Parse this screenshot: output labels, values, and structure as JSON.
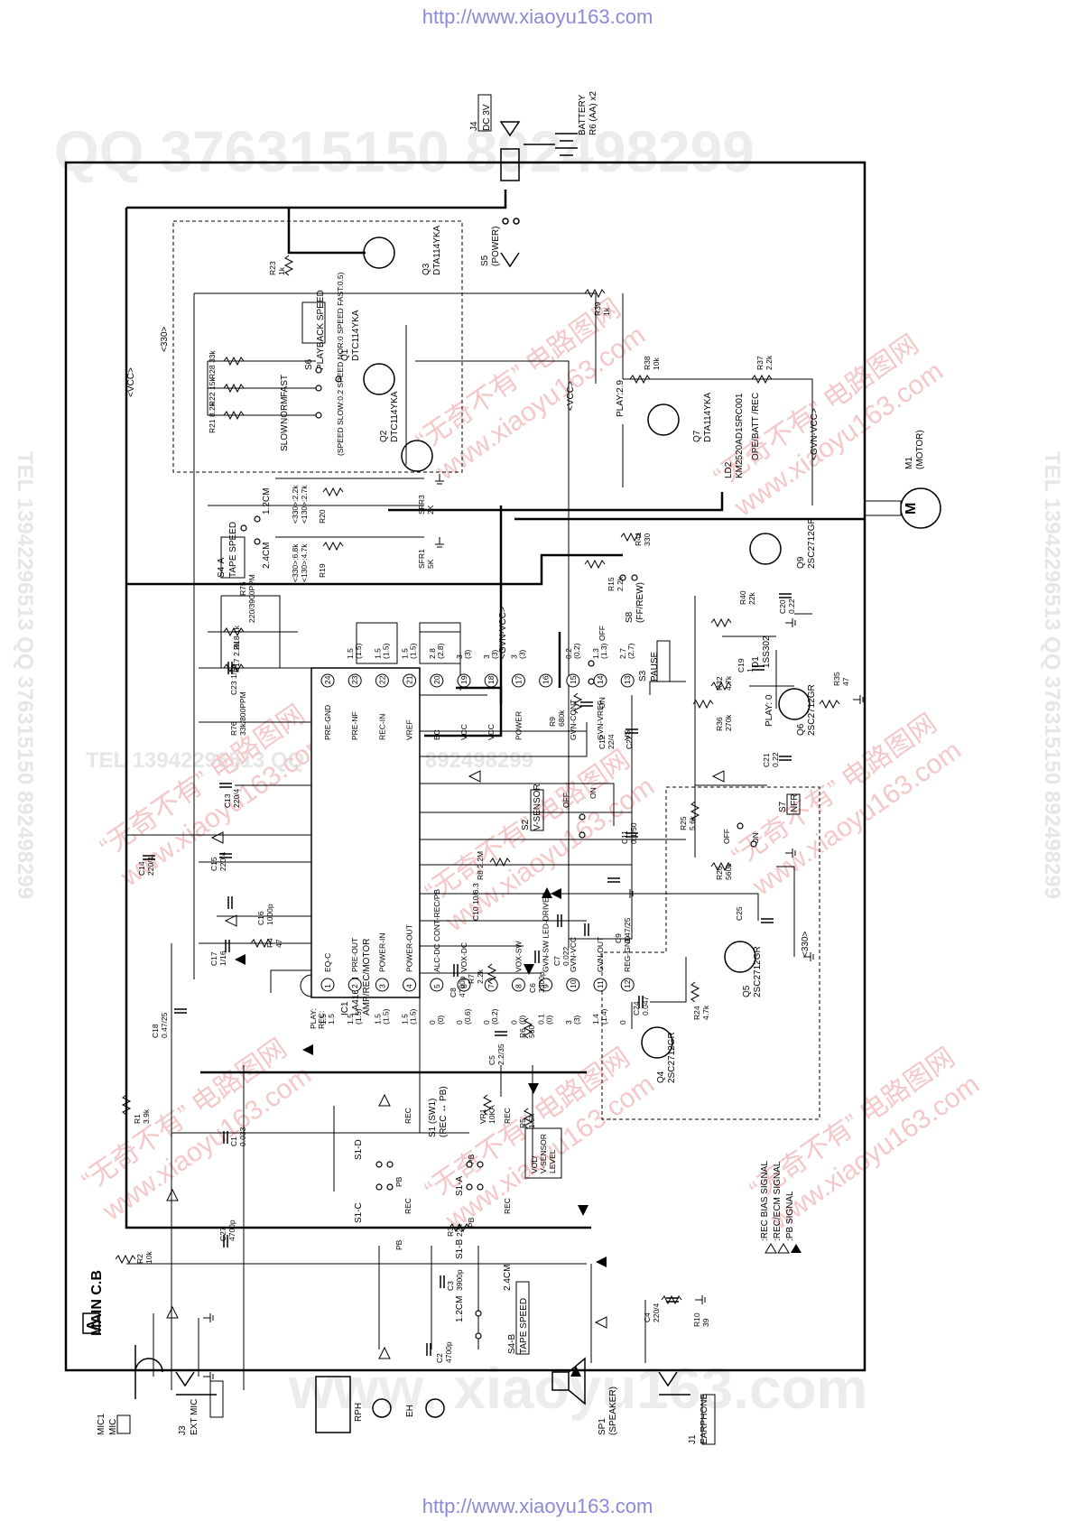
{
  "urls": {
    "top": "http://www.xiaoyu163.com",
    "bottom": "http://www.xiaoyu163.com"
  },
  "watermarks": {
    "qq_line": "QQ 376315150  892498299",
    "tel_line": "TEL 13942296513  QQ 376315150  892498299",
    "cn_text": "“无奇不有” 电路图网",
    "site": "www.xiaoyu163.com",
    "bottom_site": "www. xiaoyu163.com"
  },
  "board": {
    "badge": "A",
    "title": "MAIN C.B"
  },
  "legend": {
    "rec_bias": ":REC BIAS SIGNAL",
    "rec_ecm": ":REC/ECM SIGNAL",
    "pb": ":PB SIGNAL"
  },
  "ic": {
    "ref": "IC1",
    "part": "LA4165M",
    "func": "AMP/REC/MOTOR",
    "pins_top": [
      {
        "n": "1",
        "name": "EQ-C",
        "v": "1.5\n1.5"
      },
      {
        "n": "2",
        "name": "PRE-OUT",
        "v": "1.5\n(1.5)"
      },
      {
        "n": "3",
        "name": "POWER-IN",
        "v": "1.5\n(1.5)"
      },
      {
        "n": "4",
        "name": "POWER-OUT",
        "v": "1.5\n(1.5)"
      },
      {
        "n": "5",
        "name": "ALC-DC  CONT-REC/PB",
        "v": "0\n(0)"
      },
      {
        "n": "6",
        "name": "VOX-DC",
        "v": "0\n(0.6)"
      },
      {
        "n": "7",
        "name": "",
        "v": "0\n(0.2)"
      },
      {
        "n": "8",
        "name": "VOX-SW",
        "v": "0\n(0)"
      },
      {
        "n": "9",
        "name": "GVN-SW  LED-DRIVER",
        "v": "0.1\n(0)"
      },
      {
        "n": "10",
        "name": "GVN-VCC",
        "v": "3\n(3)"
      },
      {
        "n": "11",
        "name": "GVN-OUT",
        "v": "1.4\n(1.4)"
      },
      {
        "n": "12",
        "name": "REG-GND",
        "v": "0"
      }
    ],
    "pins_bottom": [
      {
        "n": "24",
        "name": "PRE-GND",
        "v": ""
      },
      {
        "n": "23",
        "name": "PRE-NF",
        "v": "1.5\n(1.5)"
      },
      {
        "n": "22",
        "name": "REC-IN",
        "v": "1.5\n(1.5)"
      },
      {
        "n": "21",
        "name": "VREF",
        "v": "1.5\n(1.5)"
      },
      {
        "n": "20",
        "name": "BC",
        "v": "2.8\n(2.8)"
      },
      {
        "n": "19",
        "name": "VCC",
        "v": "3\n(3)"
      },
      {
        "n": "18",
        "name": "VCC",
        "v": "3\n(3)"
      },
      {
        "n": "17",
        "name": "POWER",
        "v": "3\n(3)"
      },
      {
        "n": "16",
        "name": "",
        "v": ""
      },
      {
        "n": "15",
        "name": "GVN-CONT",
        "v": "0.2\n(0.2)"
      },
      {
        "n": "14",
        "name": "GVN-VREF",
        "v": "1.3\n(1.3)"
      },
      {
        "n": "13",
        "name": "VS",
        "v": "2.7\n(2.7)"
      }
    ],
    "play_rec": "PLAY:\nREC:"
  },
  "connectors": {
    "j4": "J4",
    "j4_label": "DC 3V",
    "battery": "BATTERY",
    "battery_spec": "R6 (AA) x2",
    "j3": "J3",
    "j3_label": "EXT MIC",
    "mic1": "MIC1",
    "mic_label": "MIC",
    "j1": "J1",
    "j1_label": "EARPHONE",
    "sp1": "SP1",
    "sp1_label": "(SPEAKER)",
    "rph": "RPH",
    "eh": "EH",
    "m1": "M1",
    "m1_label": "(MOTOR)"
  },
  "switches": {
    "s5": "S5",
    "s5_label": "(POWER)",
    "s6": "S6",
    "s6_label": "PLAYBACK\nSPEED",
    "s4a": "S4-A",
    "s4a_label": "TAPE\nSPEED",
    "s4b": "S4-B",
    "s4b_label": "TAPE SPEED",
    "s8": "S8",
    "s8_label": "(FF/REW)",
    "s3": "S3",
    "s3_label": "PAUSE",
    "s2": "S2",
    "s2_label": "V-SENSOR",
    "s7": "S7",
    "s7_label": "NFR",
    "s1": "S1 (SW1)",
    "s1_label": "(REC ↔ PB)",
    "s1a": "S1-A",
    "s1b": "S1-B",
    "s1c": "S1-C",
    "s1d": "S1-D",
    "pb": "PB",
    "rec": "REC",
    "on": "ON",
    "off": "OFF",
    "fast": "FAST",
    "norm": "NORM",
    "slow": "SLOW",
    "cm12": "1.2CM",
    "cm24": "2.4CM"
  },
  "transistors": {
    "q1": "Q1",
    "q1_part": "DTC114YKA",
    "q2": "Q2",
    "q2_part": "DTC114YKA",
    "q3": "Q3",
    "q3_part": "DTA114YKA",
    "q7": "Q7",
    "q7_part": "DTA114YKA",
    "q9": "Q9",
    "q9_part": "2SC2712GR",
    "q6": "Q6",
    "q6_part": "2SC2712GR",
    "q5": "Q5",
    "q5_part": "2SC2712GR",
    "q4": "Q4",
    "q4_part": "2SC2712GR",
    "ld2": "LD2",
    "ld2_part": "KM2520AD1SRC001",
    "ld2_label": "OPE/BATT\n/REC",
    "d1": "D1",
    "d1_part": "1SS302",
    "speed_note": "(SPEED SLOW:0.2\nSPEED NOR:0\nSPEED FAST:0.5)",
    "play29": "PLAY:2.9",
    "play0": "PLAY: 0"
  },
  "resistors": {
    "r23": "R23\n1k",
    "r39": "R39\n1k",
    "r38": "R38\n10k",
    "r37": "R37\n2.2k",
    "r28": "R28 33k",
    "r22": "R22 15k",
    "r21": "R21 8.2k",
    "r20": "R20",
    "r20_val": "<330>:2.2k\n<130>:2.7k",
    "r19": "R19",
    "r19_val": "<330>:6.8k\n<130>:4.7k",
    "sfr3": "SFR3\n2K",
    "sfr1": "SFR1\n5K",
    "r15": "R15\n2.2k",
    "r41": "R41\n330",
    "r40": "R40\n22k",
    "r18": "R18 1k",
    "r17": "R17 2.2k",
    "r75": "R75",
    "r75_val": "220/3900PPM",
    "r76": "R76",
    "r76_val": "33k/800PPM",
    "r9": "R9\n680k",
    "r8": "R8 2.2M",
    "r36": "R36\n270k",
    "r32": "R32\n4.7k",
    "r35": "R35\n47",
    "r25": "R25\n5.6k",
    "r26": "R26\n560k",
    "r24": "R24\n4.7k",
    "r7": "R7\n2.2k",
    "r6": "R6\n560",
    "r5": "R5\n1.5k",
    "r4": "R4\n47",
    "r3": "R3\n22k",
    "r2": "R2\n10k",
    "r1": "R1\n3.9k",
    "r10": "R10\n39",
    "vr1": "VR1\n10KA",
    "vr1_label": "VOL/\nV-SENSOR\nLEVEL"
  },
  "capacitors": {
    "c23": "C23 1/50",
    "c13": "C13\n220/4",
    "c14": "C14\n220/4",
    "c15": "C15\n220/4",
    "c16": "C16\n1000p",
    "c17": "C17\n1/16",
    "c18": "C18\n0.47/25",
    "c12": "C12\n22/4",
    "c22": "C22",
    "c11": "C11\n0.1/50",
    "c10": "C10 10/6.3",
    "c9": "C9\n0.47/25",
    "c7": "C7\n0.022",
    "c6": "C6\n3300p",
    "c8": "C8\n4700p",
    "c5": "C5\n2.2/35",
    "c24": "C24\n0.047",
    "c25": "C25",
    "c20": "C20\n0.22",
    "c21": "C21\n0.22",
    "c19": "C19\n1",
    "c1": "C1\n0.033",
    "c27": "C27\n4700p",
    "c3": "C3\n3900p",
    "c2": "C2\n4700p",
    "c4": "C4\n220/4"
  },
  "nets": {
    "vcc": "<VCC>",
    "gvn_vcc": "<GVN-VCC>",
    "v330": "<330>"
  },
  "colors": {
    "ink": "#000000",
    "url": "#8a8ad8",
    "wm_red": "#f4c8c8",
    "wm_grey": "#ececec"
  }
}
